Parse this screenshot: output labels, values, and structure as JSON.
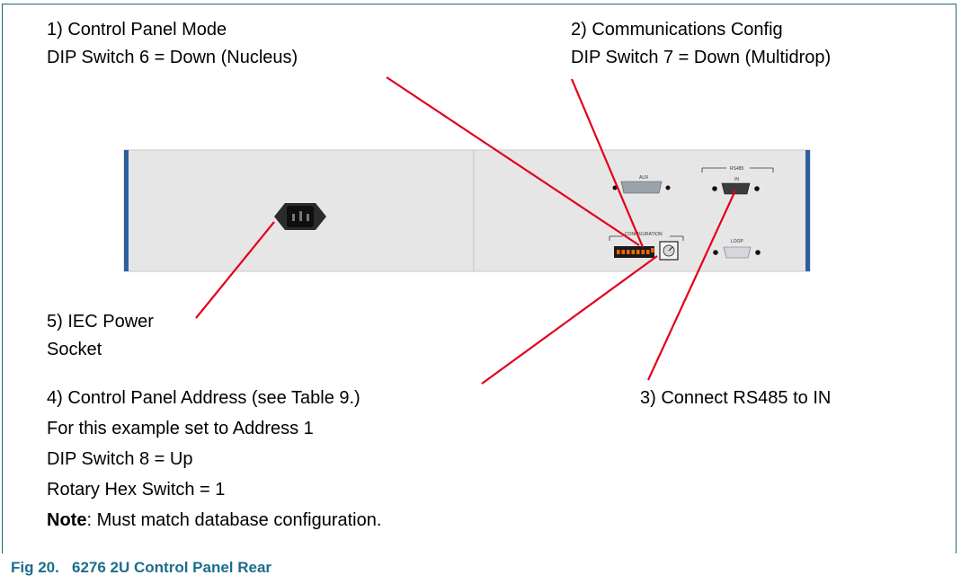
{
  "labels": {
    "mode_title": "1) Control Panel Mode",
    "mode_detail": "DIP Switch 6 = Down (Nucleus)",
    "comm_title": "2) Communications Config",
    "comm_detail": "DIP Switch 7 = Down (Multidrop)",
    "rs485": "3) Connect RS485 to IN",
    "address_title": "4) Control Panel Address (see Table 9.)",
    "address_line1": "For this example set to Address 1",
    "address_line2": "DIP Switch 8 = Up",
    "address_line3": "Rotary Hex Switch = 1",
    "note_label": "Note",
    "note_text": ": Must match database configuration.",
    "power_line1": "5) IEC Power",
    "power_line2": "Socket"
  },
  "panel_labels": {
    "aux": "AUX",
    "rs485": "RS485",
    "in": "IN",
    "configuration": "CONFIGURATION",
    "loop": "LOOP"
  },
  "caption": "Fig 20.   6276 2U Control Panel Rear",
  "colors": {
    "leader_line": "#e3001b",
    "frame": "#1a6e72",
    "caption": "#1b6e8c",
    "panel": "#e6e6e6",
    "panel_end": "#2f5f9e",
    "dip_switch": "#ff6600"
  }
}
